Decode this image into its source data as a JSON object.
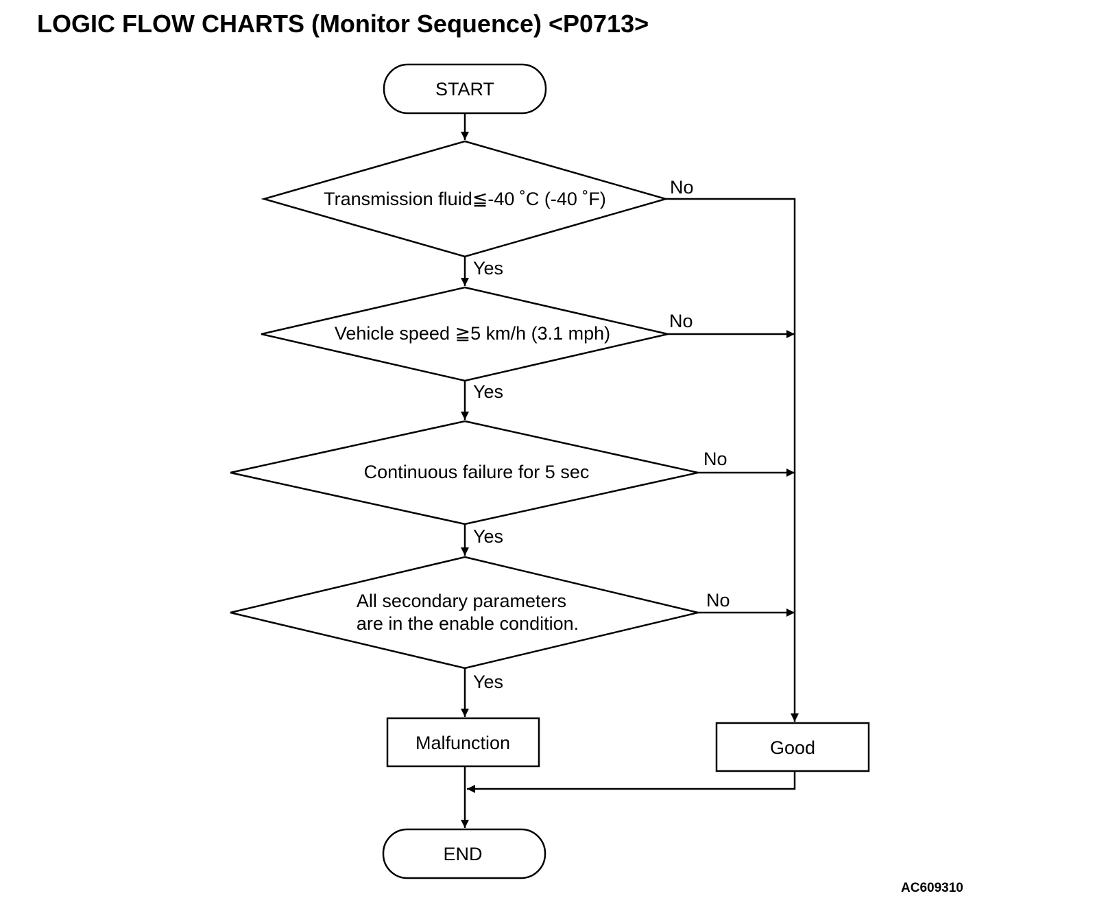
{
  "title": "LOGIC FLOW CHARTS (Monitor Sequence) <P0713>",
  "figure_id": "AC609310",
  "nodes": {
    "start": "START",
    "d1": "Transmission fluid≦-40 ˚C (-40 ˚F)",
    "d2": "Vehicle speed ≧5 km/h (3.1 mph)",
    "d3": "Continuous failure for 5 sec",
    "d4_line1": "All secondary parameters",
    "d4_line2": "are in the enable condition.",
    "malfunction": "Malfunction",
    "good": "Good",
    "end": "END"
  },
  "edges": {
    "yes": "Yes",
    "no": "No"
  }
}
